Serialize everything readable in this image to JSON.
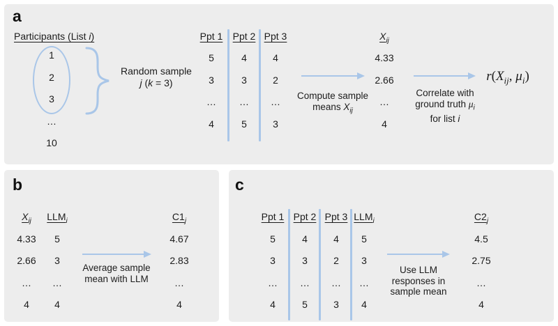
{
  "colors": {
    "panel_bg": "#ededed",
    "accent_blue": "#a9c6e8",
    "text": "#1c1c1c"
  },
  "panel_a": {
    "label": "a",
    "participants": {
      "title_pre": "Participants (List ",
      "title_var": "i",
      "title_post": ")",
      "items": [
        "1",
        "2",
        "3"
      ],
      "ellipsis": "…",
      "last_item": "10"
    },
    "brace_label": {
      "line1": "Random sample",
      "l2_var_j": "j",
      "l2_mid": " (",
      "l2_var_k": "k",
      "l2_post": " = 3)"
    },
    "table": {
      "columns": [
        {
          "header": "Ppt 1",
          "values": [
            "5",
            "3",
            "…",
            "4"
          ]
        },
        {
          "header": "Ppt 2",
          "values": [
            "4",
            "3",
            "…",
            "5"
          ]
        },
        {
          "header": "Ppt 3",
          "values": [
            "4",
            "2",
            "…",
            "3"
          ]
        }
      ]
    },
    "means_column": {
      "header_var": "X",
      "header_sub": "ij",
      "values": [
        "4.33",
        "2.66",
        "…",
        "4"
      ]
    },
    "arrow1_label": {
      "line1": "Compute sample",
      "l2_pre": "means ",
      "l2_var": "X",
      "l2_sub": "ij"
    },
    "arrow2_label": {
      "line1": "Correlate with",
      "l2_pre": "ground truth ",
      "l2_var": "μ",
      "l2_sub": "i",
      "l3_pre": "for list ",
      "l3_var": "i"
    },
    "formula": {
      "func": "r",
      "open": "(",
      "var1": "X",
      "sub1": "ij",
      "comma": ", ",
      "var2": "μ",
      "sub2": "i",
      "close": ")"
    }
  },
  "panel_b": {
    "label": "b",
    "col_mean": {
      "header_var": "X",
      "header_sub": "ij",
      "values": [
        "4.33",
        "2.66",
        "…",
        "4"
      ]
    },
    "col_llm": {
      "header": "LLM",
      "header_sub": "i",
      "values": [
        "5",
        "3",
        "…",
        "4"
      ]
    },
    "col_c1": {
      "header": "C1",
      "header_sub": "j",
      "values": [
        "4.67",
        "2.83",
        "…",
        "4"
      ]
    },
    "arrow_label": {
      "line1": "Average sample",
      "line2": "mean with LLM"
    }
  },
  "panel_c": {
    "label": "c",
    "table": {
      "columns": [
        {
          "header": "Ppt 1",
          "values": [
            "5",
            "3",
            "…",
            "4"
          ]
        },
        {
          "header": "Ppt 2",
          "values": [
            "4",
            "3",
            "…",
            "5"
          ]
        },
        {
          "header": "Ppt 3",
          "values": [
            "4",
            "2",
            "…",
            "3"
          ]
        }
      ]
    },
    "col_llm": {
      "header": "LLM",
      "header_sub": "i",
      "values": [
        "5",
        "3",
        "…",
        "4"
      ]
    },
    "col_c2": {
      "header": "C2",
      "header_sub": "j",
      "values": [
        "4.5",
        "2.75",
        "…",
        "4"
      ]
    },
    "arrow_label": {
      "line1": "Use LLM",
      "line2": "responses in",
      "line3": "sample mean"
    }
  }
}
